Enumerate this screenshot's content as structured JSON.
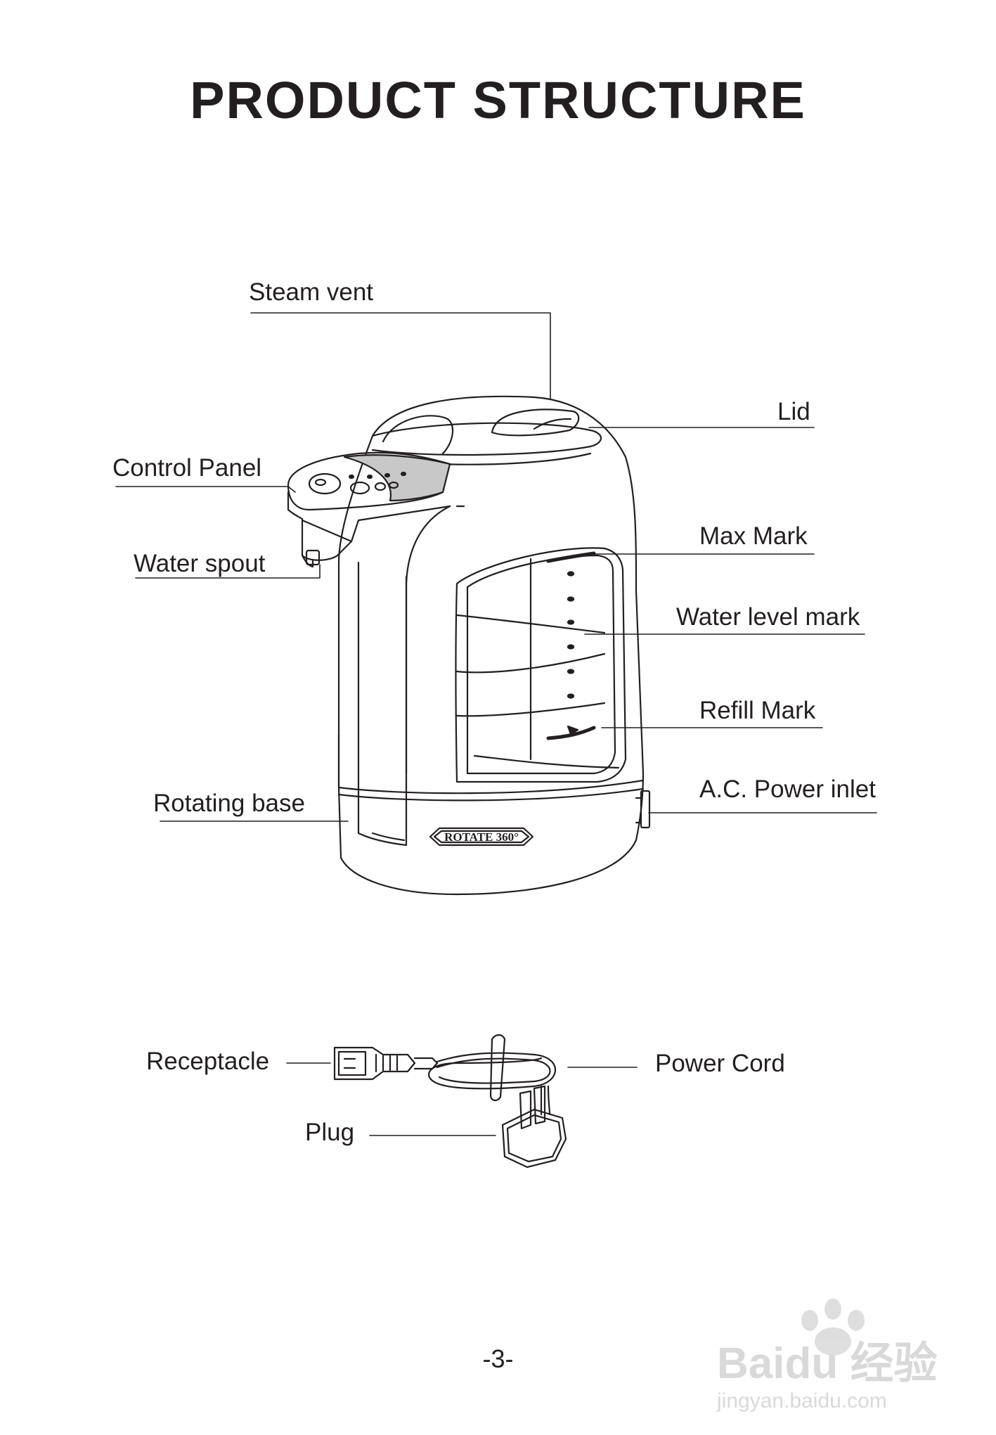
{
  "title": "PRODUCT STRUCTURE",
  "labels": {
    "steam_vent": "Steam vent",
    "lid": "Lid",
    "control_panel": "Control Panel",
    "max_mark": "Max Mark",
    "water_spout": "Water spout",
    "water_level_mark": "Water level mark",
    "refill_mark": "Refill Mark",
    "ac_power_inlet": "A.C. Power inlet",
    "rotating_base": "Rotating base",
    "receptacle": "Receptacle",
    "power_cord": "Power Cord",
    "plug": "Plug"
  },
  "base_badge": "ROTATE 360°",
  "page_number": "-3-",
  "watermark": {
    "brand": "Baidu 经验",
    "url": "jingyan.baidu.com"
  },
  "colors": {
    "ink": "#231f20",
    "panel_gray": "#c8c8c8",
    "watermark": "#d9d9d9"
  }
}
